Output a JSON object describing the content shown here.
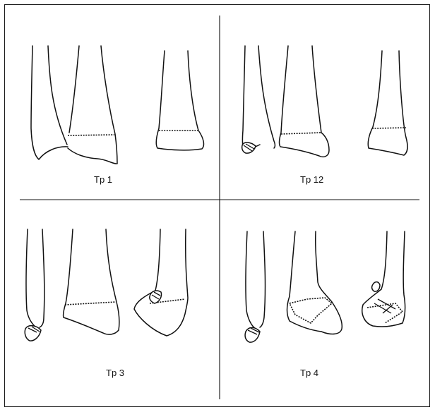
{
  "panels": [
    {
      "label": "Tp 1"
    },
    {
      "label": "Tp 12"
    },
    {
      "label": "Tp 3"
    },
    {
      "label": "Tp 4"
    }
  ]
}
